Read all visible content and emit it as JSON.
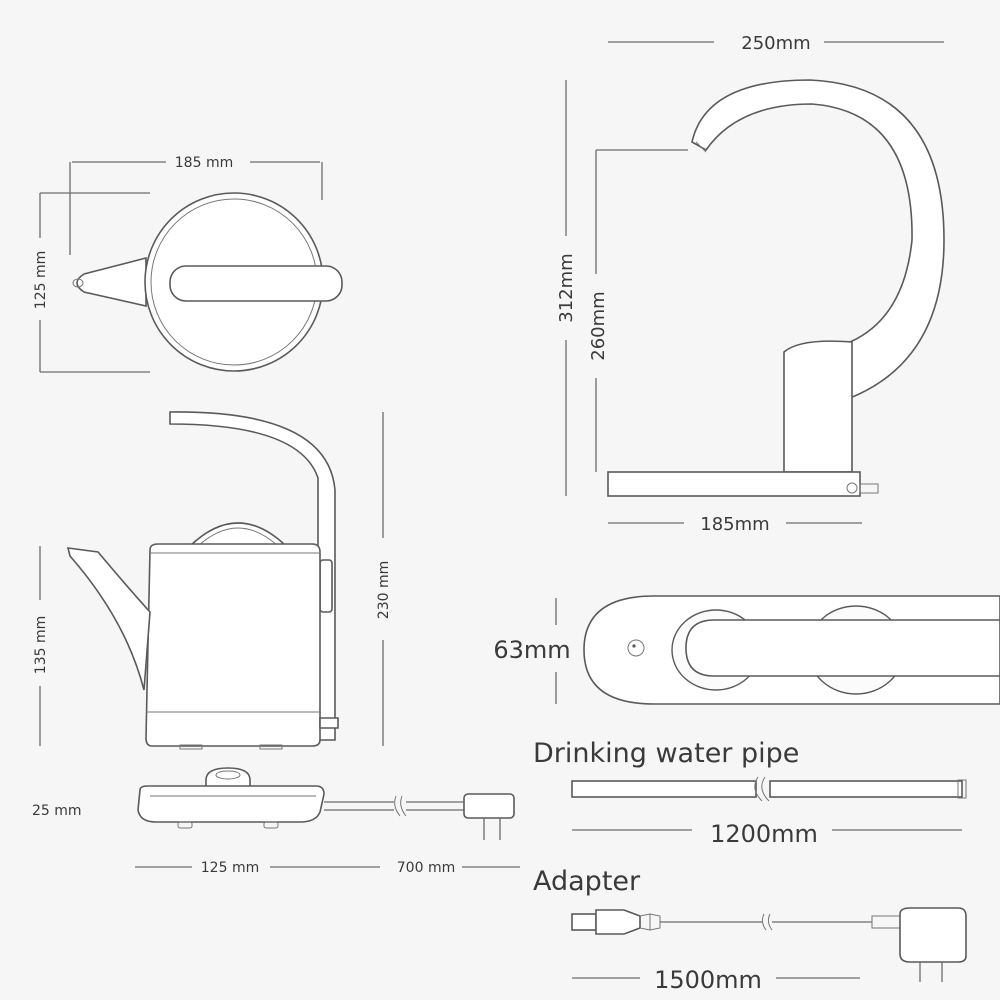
{
  "colors": {
    "background": "#f6f6f6",
    "outline": "#5a5a5a",
    "text": "#3a3a3a"
  },
  "top_view": {
    "width_label": "185 mm",
    "depth_label": "125 mm"
  },
  "side_view": {
    "height_total_label": "230 mm",
    "body_height_label": "135 mm",
    "base_height_label": "25 mm",
    "base_width_label": "125 mm",
    "cord_length_label": "700 mm"
  },
  "dispenser_view": {
    "width_label": "250mm",
    "height_total_label": "312mm",
    "spout_height_label": "260mm",
    "base_width_label": "185mm"
  },
  "dispenser_top_view": {
    "depth_label": "63mm"
  },
  "pipe": {
    "title": "Drinking water pipe",
    "length_label": "1200mm"
  },
  "adapter": {
    "title": "Adapter",
    "length_label": "1500mm"
  }
}
